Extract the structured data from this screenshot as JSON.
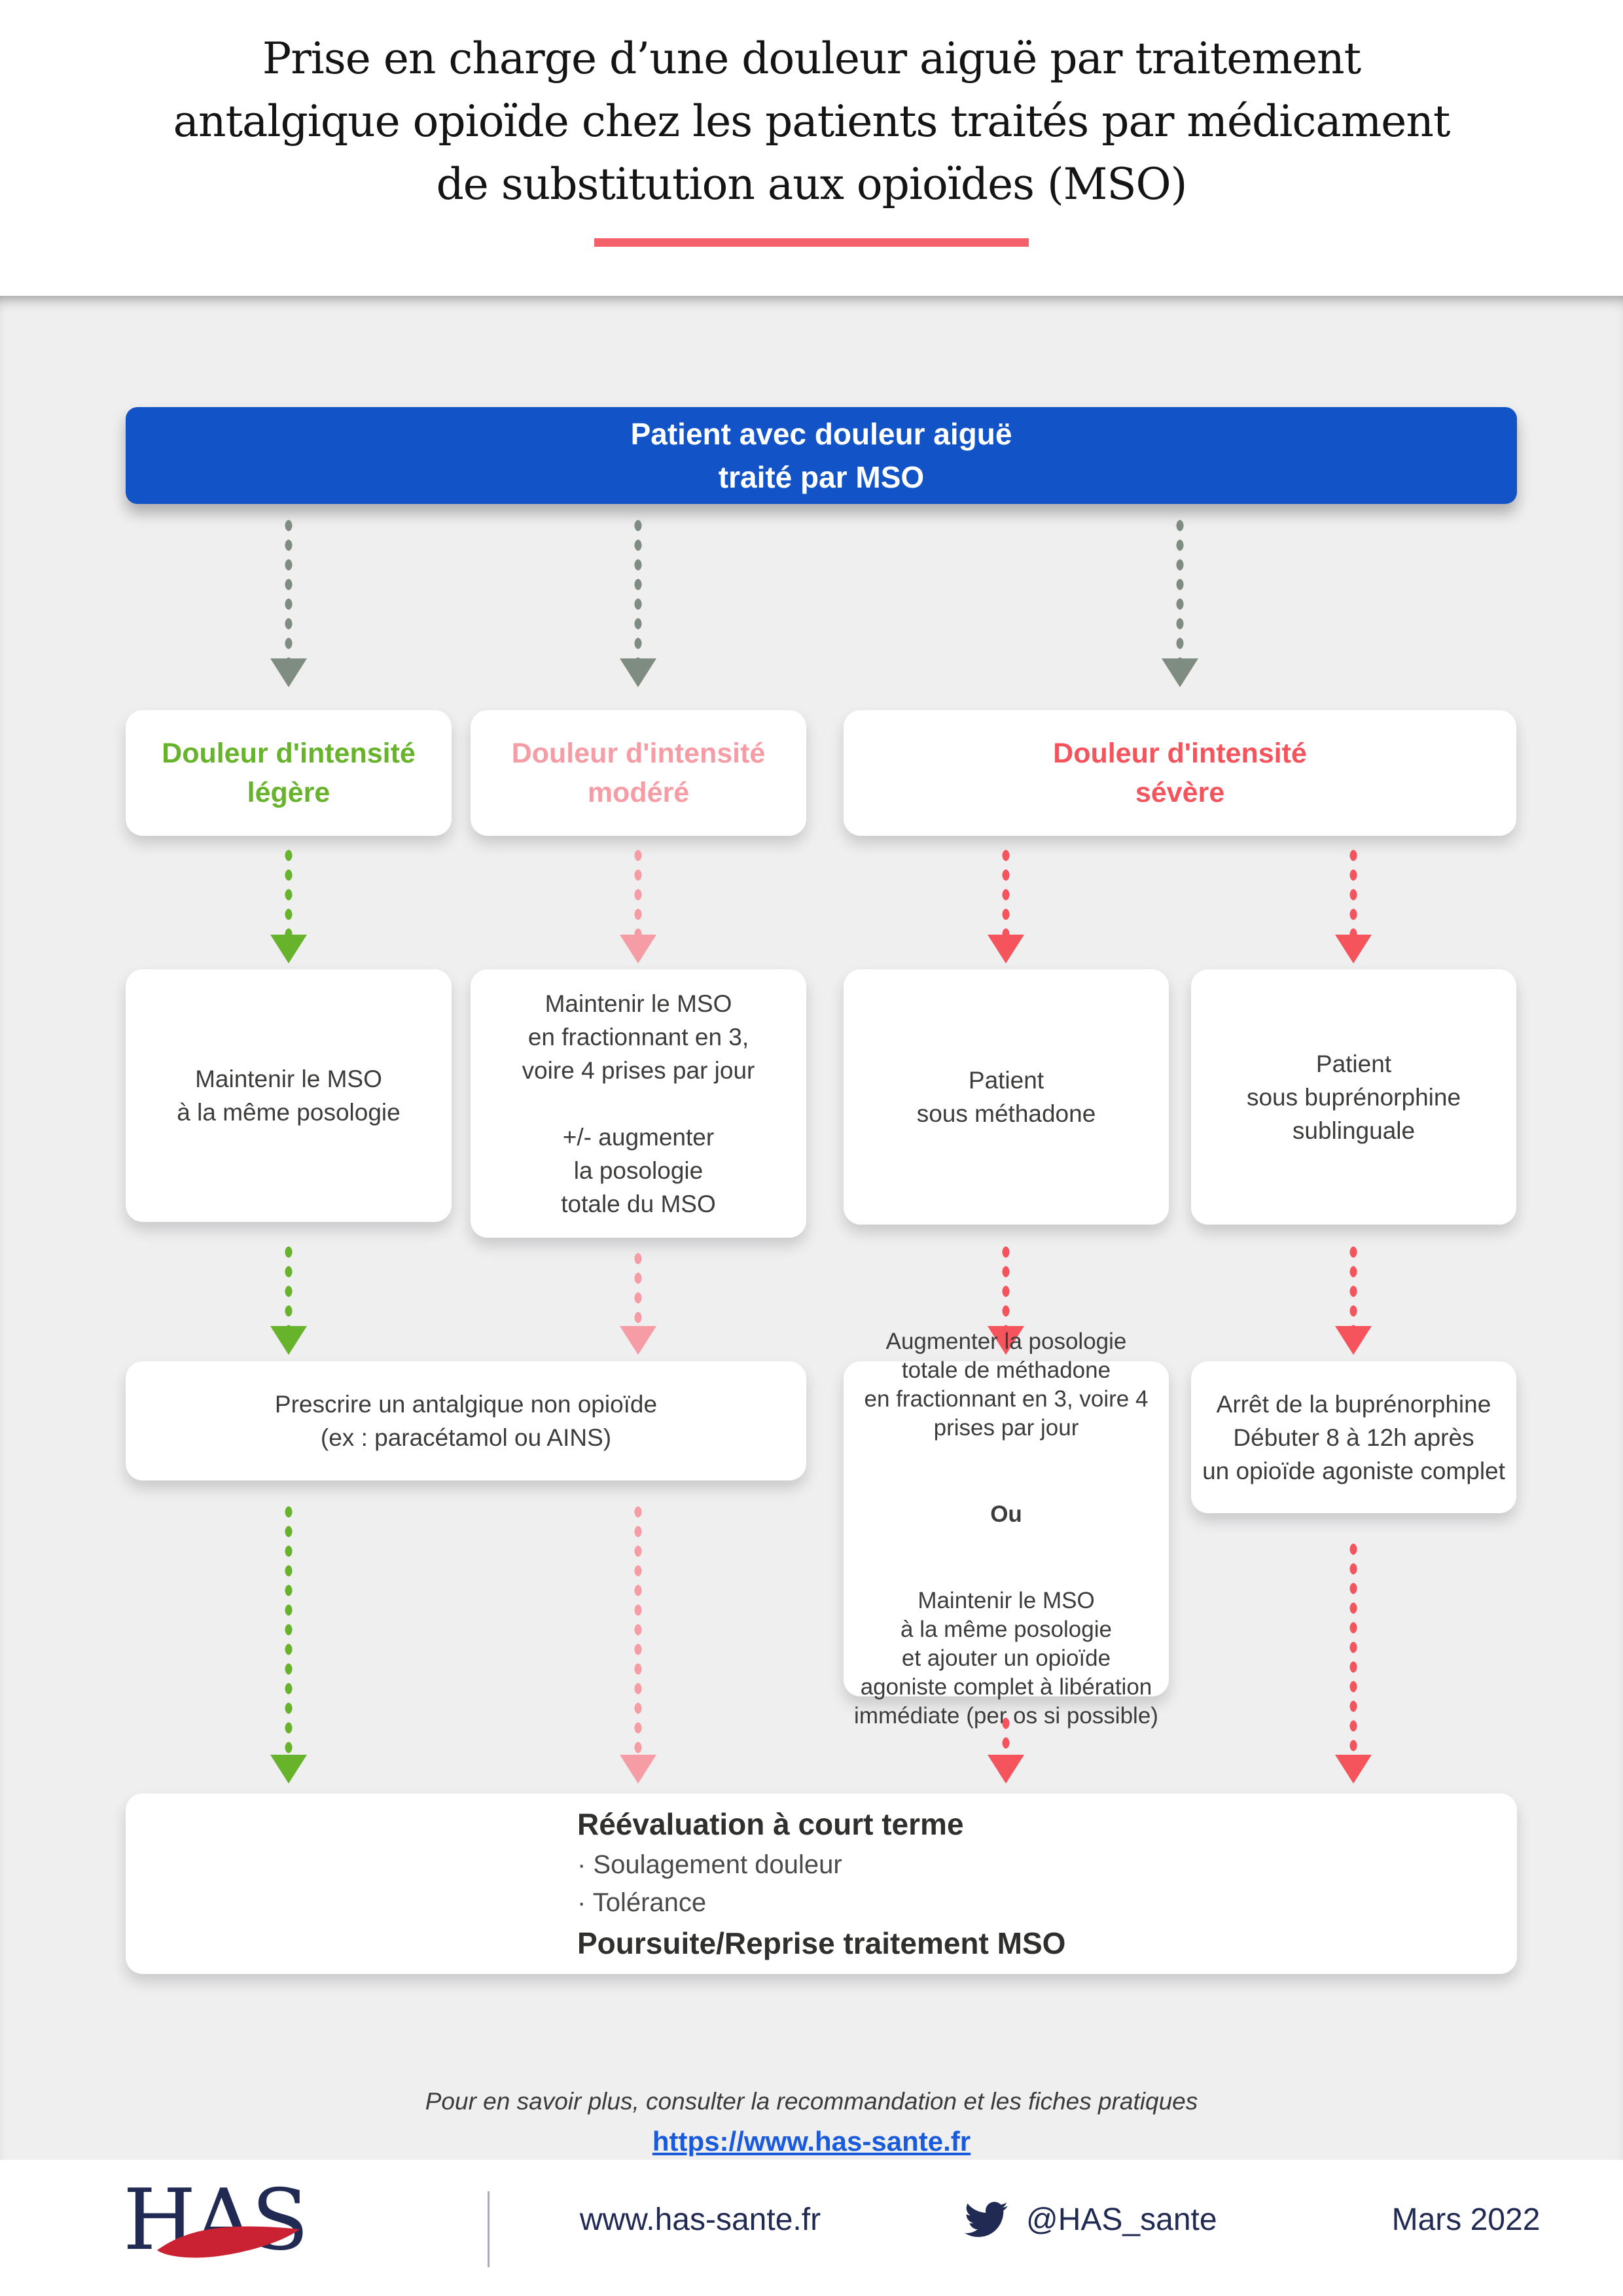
{
  "colors": {
    "blue": "#1254c7",
    "green": "#67b32b",
    "pink": "#f59ca5",
    "red": "#f5545d",
    "arrow_gray": "#7e8c81",
    "navy": "#212a52",
    "logo_red": "#cb2233",
    "underline": "#f4606a",
    "link": "#1a5bdc",
    "panel": "#efeff0",
    "text": "#3c3c3b"
  },
  "header": {
    "title": "Prise en charge d’une douleur aiguë par traitement\nantalgique opioïde chez les patients traités par médicament\nde substitution aux opioïdes (MSO)"
  },
  "flow": {
    "root": "Patient avec douleur aiguë\ntraité par MSO",
    "severity_light": "Douleur d'intensité\nlégère",
    "severity_moderate": "Douleur d'intensité\nmodéré",
    "severity_severe": "Douleur d'intensité\nsévère",
    "light_action": "Maintenir le MSO\nà la même posologie",
    "moderate_action": "Maintenir le MSO\nen fractionnant en 3,\nvoire 4 prises par jour\n\n+/- augmenter\nla posologie\ntotale du MSO",
    "methadone_patient": "Patient\nsous méthadone",
    "buprenorphine_patient": "Patient\nsous buprénorphine\nsublinguale",
    "non_opioid_action": "Prescrire un antalgique non opioïde\n(ex : paracétamol ou AINS)",
    "methadone_action_1": "Augmenter la posologie\ntotale de méthadone\nen fractionnant en 3, voire 4\nprises par jour",
    "methadone_action_or": "Ou",
    "methadone_action_2": "Maintenir le MSO\nà la même posologie\net ajouter un opioïde\nagoniste complet à libération\nimmédiate (per os si possible)",
    "buprenorphine_action": "Arrêt de la buprénorphine\nDébuter 8 à 12h après\nun opioïde agoniste complet",
    "final_title": "Réévaluation à court terme",
    "final_bullet_1": "· Soulagement douleur",
    "final_bullet_2": "· Tolérance",
    "final_outcome": "Poursuite/Reprise traitement MSO"
  },
  "footer": {
    "note": "Pour en savoir plus, consulter la recommandation et les fiches pratiques",
    "link": "https://www.has-sante.fr"
  },
  "bottombar": {
    "logo": "HAS",
    "website": "www.has-sante.fr",
    "twitter": "@HAS_sante",
    "date": "Mars 2022"
  }
}
